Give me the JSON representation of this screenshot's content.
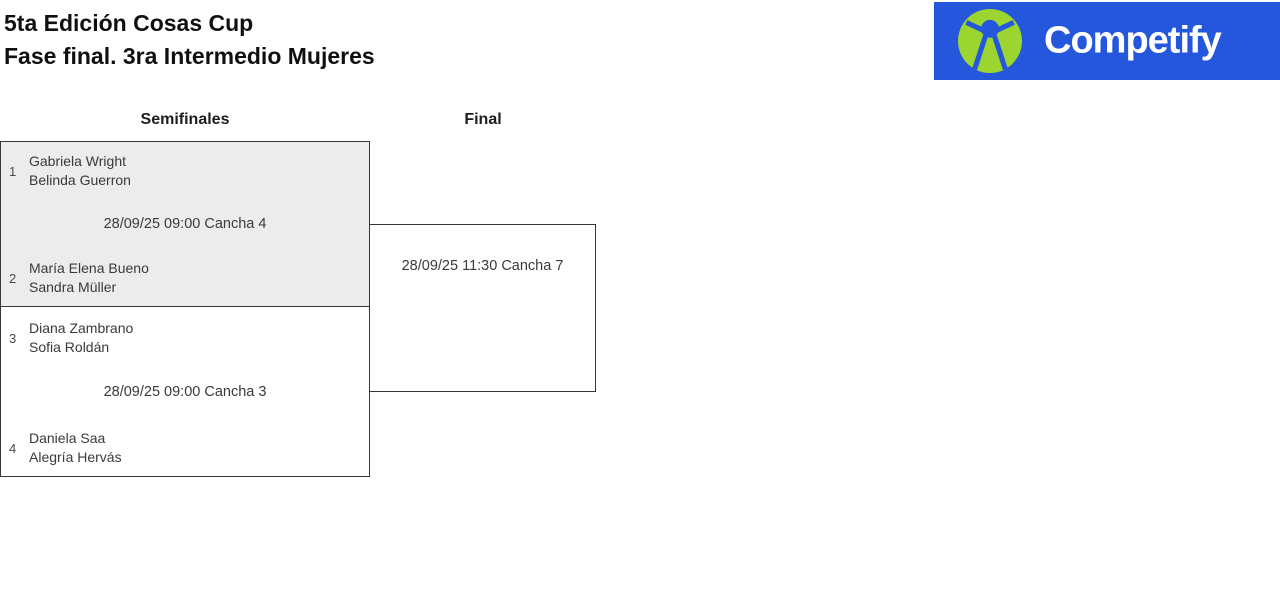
{
  "header": {
    "title_line1": "5ta Edición Cosas Cup",
    "title_line2": "Fase final. 3ra Intermedio Mujeres"
  },
  "logo": {
    "brand": "Competify",
    "icon": "person-in-circle-icon",
    "bg_color": "#2457DB",
    "icon_color": "#9CD52F",
    "text_color": "#FFFFFF"
  },
  "bracket": {
    "round_headers": [
      {
        "label": "Semifinales"
      },
      {
        "label": "Final"
      }
    ],
    "semifinals": [
      {
        "info": "28/09/25 09:00 Cancha 4",
        "teams": [
          {
            "seed": "1",
            "player1": "Gabriela Wright",
            "player2": "Belinda Guerron"
          },
          {
            "seed": "2",
            "player1": "María Elena Bueno",
            "player2": "Sandra Müller"
          }
        ]
      },
      {
        "info": "28/09/25 09:00 Cancha 3",
        "teams": [
          {
            "seed": "3",
            "player1": "Diana Zambrano",
            "player2": "Sofia Roldán"
          },
          {
            "seed": "4",
            "player1": "Daniela Saa",
            "player2": "Alegría Hervás"
          }
        ]
      }
    ],
    "final": {
      "info": "28/09/25 11:30 Cancha 7"
    }
  },
  "colors": {
    "match_alt_bg": "#ECECEC",
    "border": "#383838",
    "text": "#3A3A3A"
  }
}
